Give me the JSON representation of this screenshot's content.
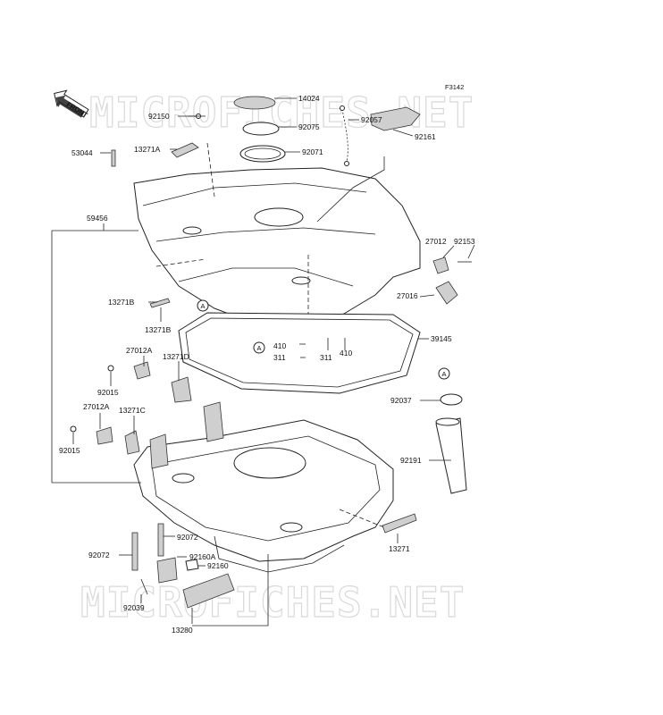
{
  "figure_code": "F3142",
  "front_label": "FRONT",
  "watermark": "MICROFICHES.NET",
  "callout_letter": "A",
  "parts": [
    {
      "id": "14024"
    },
    {
      "id": "92150"
    },
    {
      "id": "92075"
    },
    {
      "id": "92057"
    },
    {
      "id": "92161"
    },
    {
      "id": "13271A"
    },
    {
      "id": "92071"
    },
    {
      "id": "53044"
    },
    {
      "id": "59456"
    },
    {
      "id": "27012"
    },
    {
      "id": "92153"
    },
    {
      "id": "27016"
    },
    {
      "id": "13271B"
    },
    {
      "id": "13271B"
    },
    {
      "id": "410"
    },
    {
      "id": "39145"
    },
    {
      "id": "311"
    },
    {
      "id": "311"
    },
    {
      "id": "410"
    },
    {
      "id": "27012A"
    },
    {
      "id": "13271D"
    },
    {
      "id": "92015"
    },
    {
      "id": "92037"
    },
    {
      "id": "27012A"
    },
    {
      "id": "13271C"
    },
    {
      "id": "92015"
    },
    {
      "id": "92191"
    },
    {
      "id": "13271"
    },
    {
      "id": "92072"
    },
    {
      "id": "92072"
    },
    {
      "id": "92160A"
    },
    {
      "id": "92160"
    },
    {
      "id": "92039"
    },
    {
      "id": "13280"
    }
  ]
}
